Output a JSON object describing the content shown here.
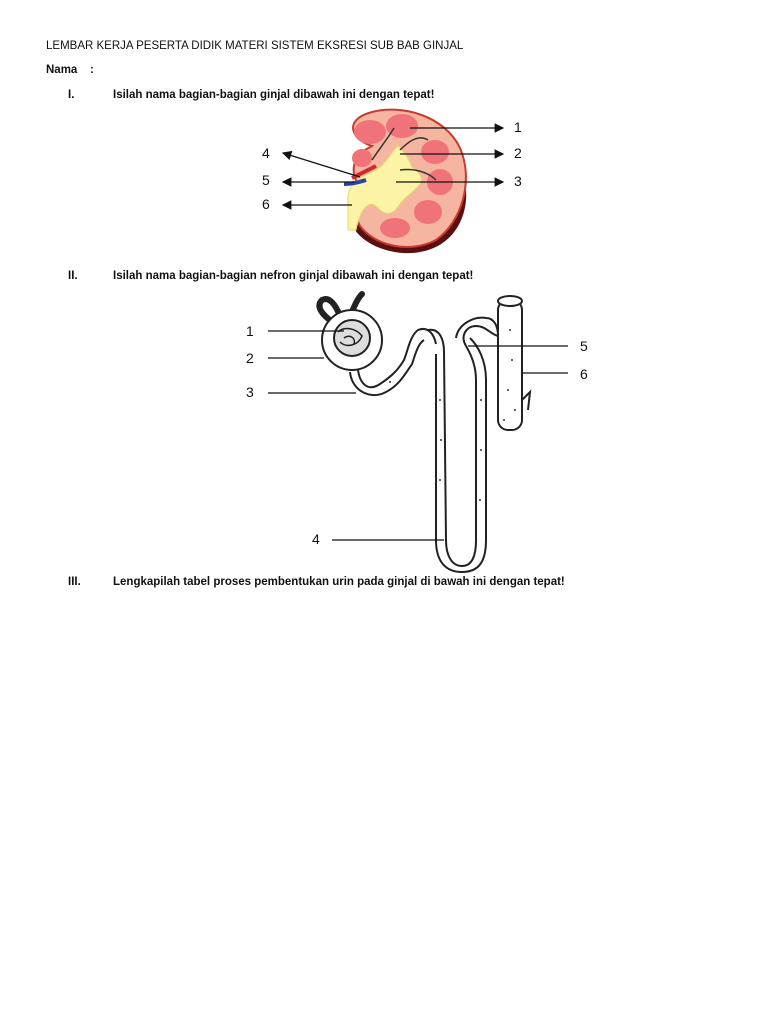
{
  "header": {
    "title": "LEMBAR KERJA PESERTA DIDIK MATERI SISTEM EKSRESI SUB BAB GINJAL"
  },
  "student": {
    "label": "Nama",
    "colon": ":"
  },
  "sections": [
    {
      "roman": "I.",
      "instruction": "Isilah nama bagian-bagian ginjal dibawah ini dengan tepat!"
    },
    {
      "roman": "II.",
      "instruction": "Isilah nama bagian-bagian nefron ginjal dibawah ini dengan tepat!"
    },
    {
      "roman": "III.",
      "instruction": "Lengkapilah tabel proses pembentukan urin pada ginjal di bawah ini dengan tepat!"
    }
  ],
  "kidney_labels": [
    "1",
    "2",
    "3",
    "4",
    "5",
    "6"
  ],
  "nephron_labels": [
    "1",
    "2",
    "3",
    "4",
    "5",
    "6"
  ],
  "colors": {
    "cortex": "#f6b5a0",
    "medulla_pyramid": "#f0737a",
    "pelvis": "#fbf3a6",
    "capsule_edge": "#c8392f",
    "vein": "#2b3fa8",
    "artery": "#d22a2a",
    "dark_edge": "#5a1010"
  }
}
